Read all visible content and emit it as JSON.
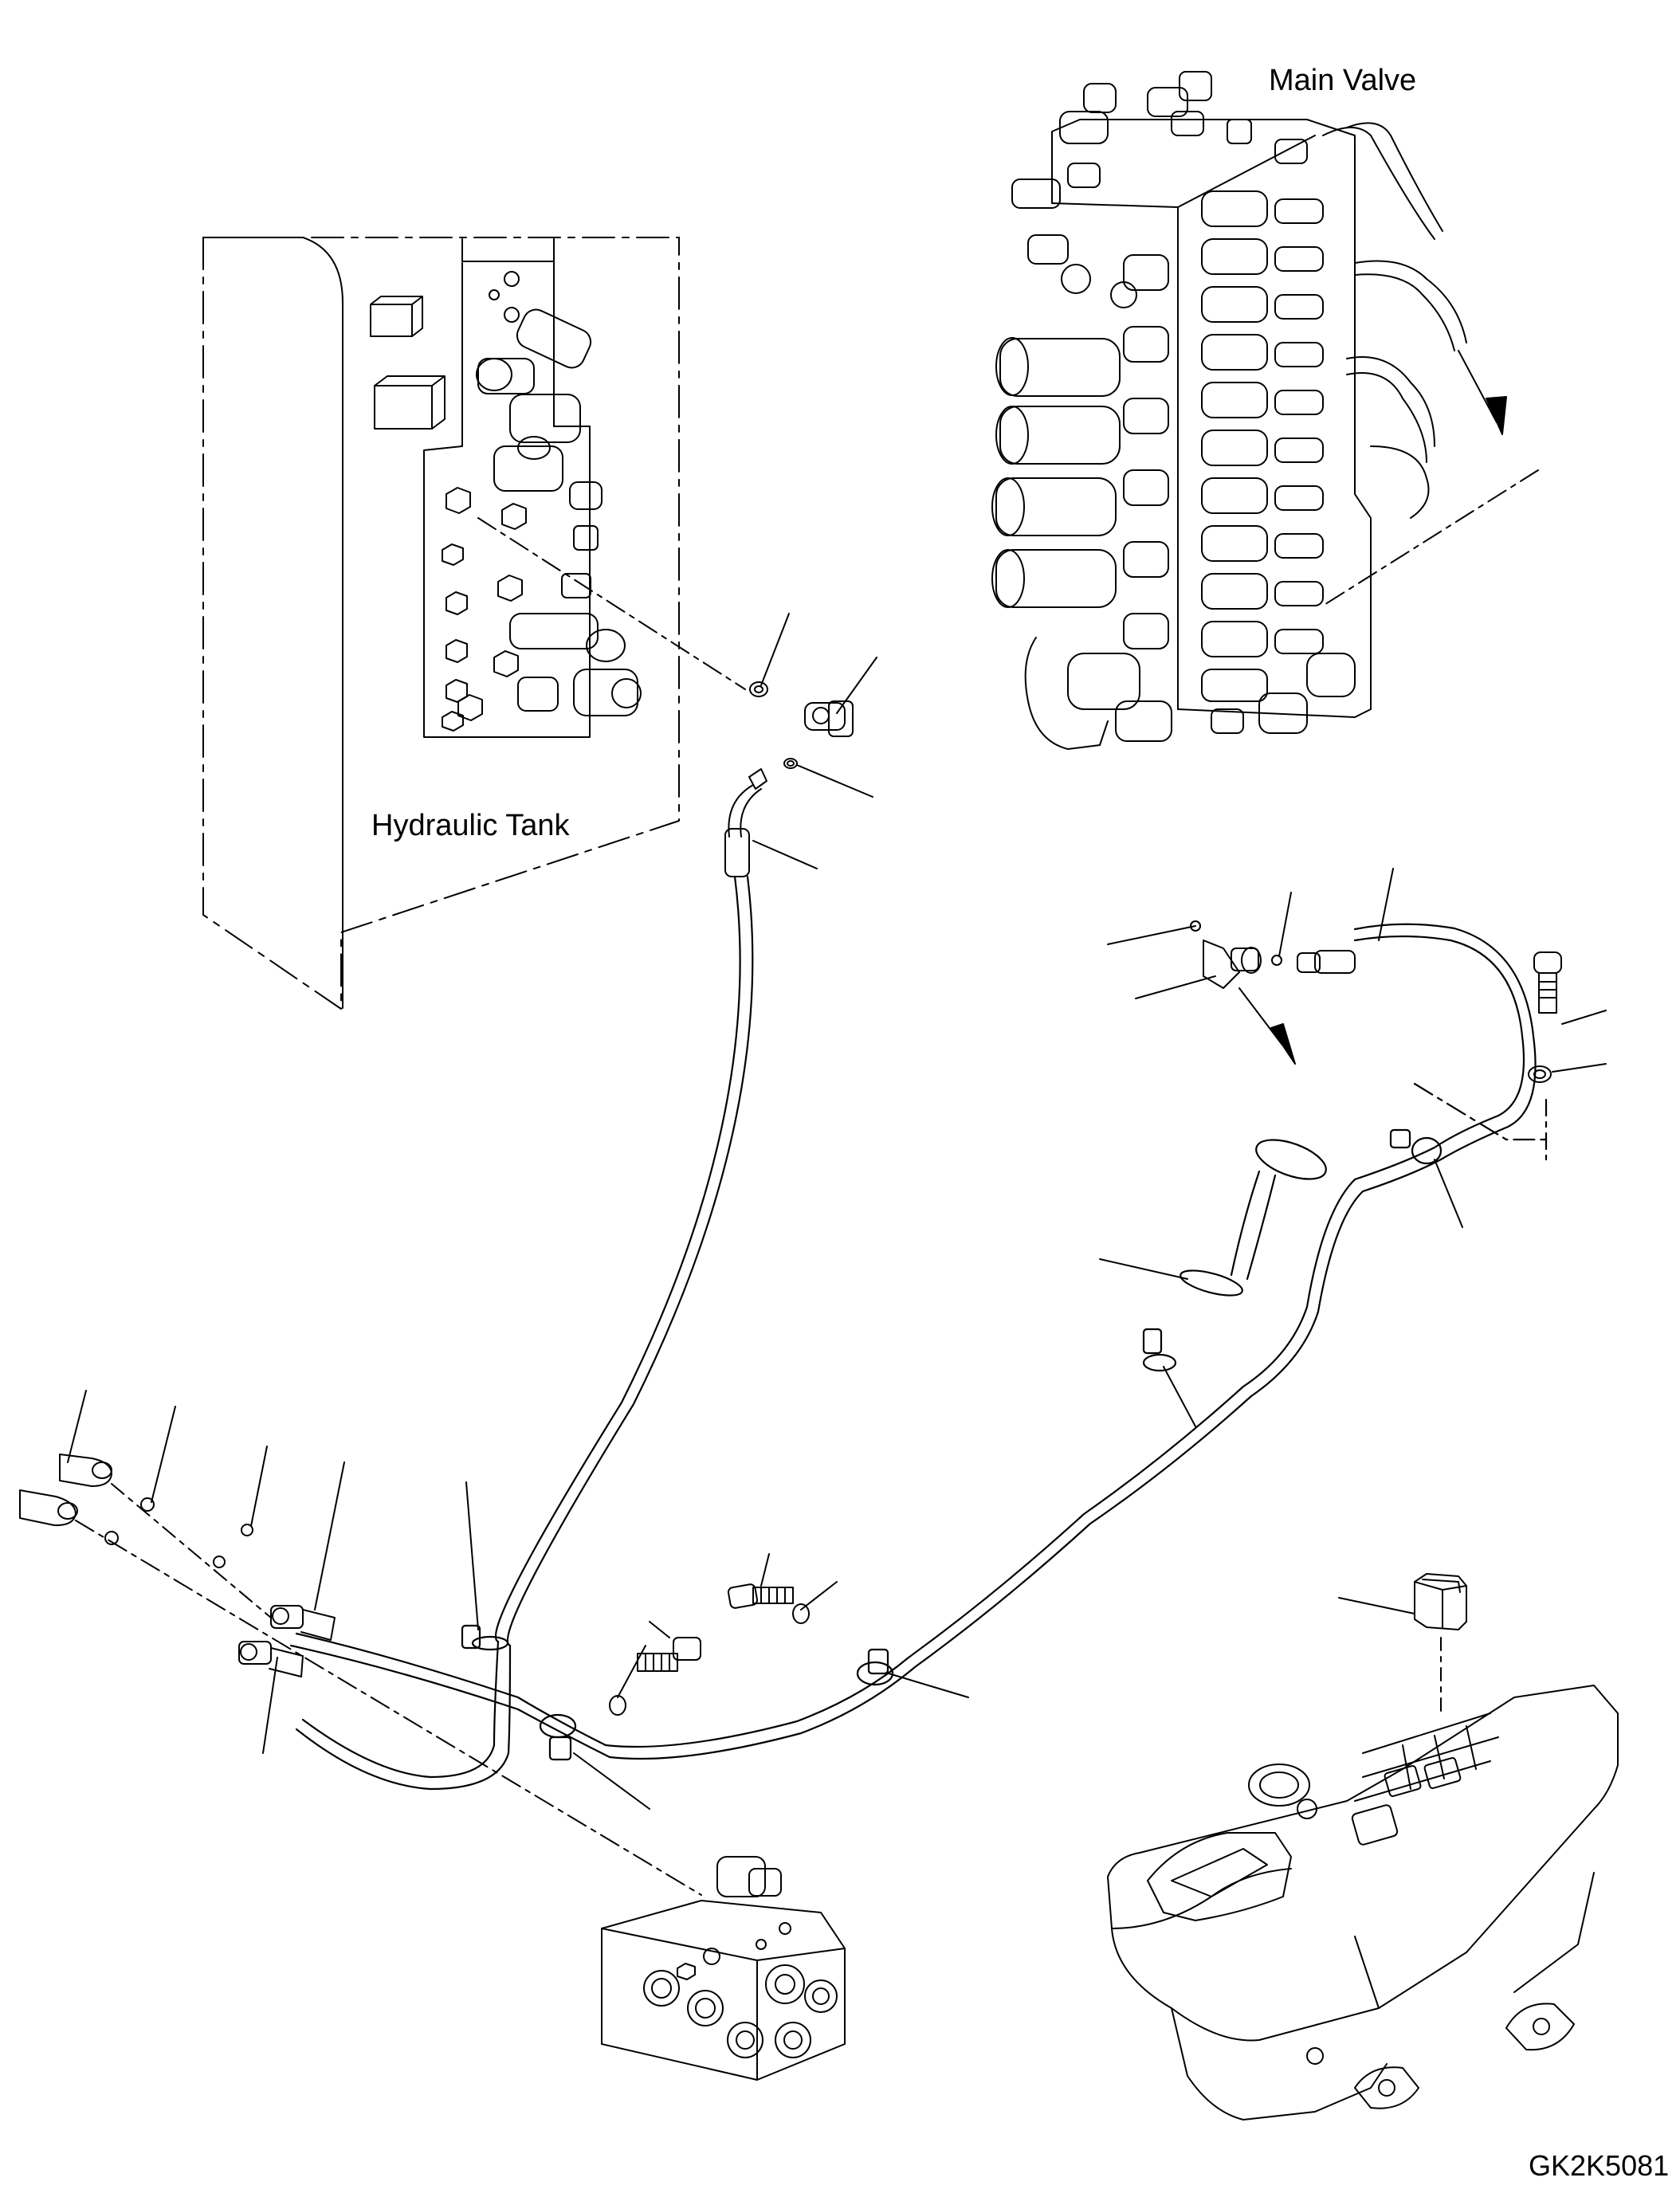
{
  "labels": {
    "main_valve": "Main Valve",
    "hydraulic_tank": "Hydraulic Tank",
    "drawing_code": "GK2K5081"
  },
  "colors": {
    "line": "#000000",
    "background": "#ffffff"
  }
}
